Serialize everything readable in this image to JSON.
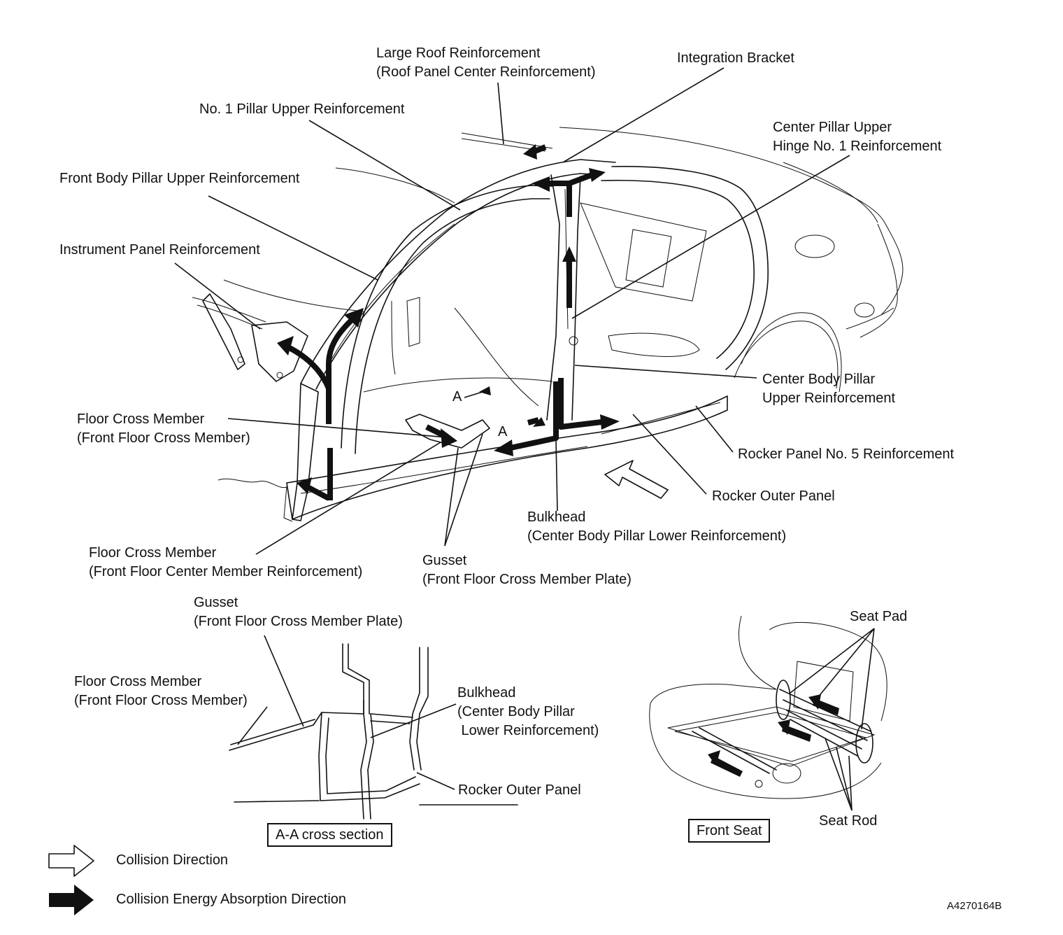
{
  "labels": {
    "large_roof": [
      "Large Roof Reinforcement",
      "(Roof Panel Center Reinforcement)"
    ],
    "integration_bracket": "Integration Bracket",
    "pillar1_upper": "No. 1 Pillar Upper Reinforcement",
    "center_pillar_hinge": [
      "Center Pillar Upper",
      "Hinge No. 1 Reinforcement"
    ],
    "front_body_pillar": "Front Body Pillar Upper Reinforcement",
    "instrument_panel": "Instrument Panel Reinforcement",
    "center_body_pillar_upper": [
      "Center Body Pillar",
      "Upper Reinforcement"
    ],
    "floor_cross_front": [
      "Floor Cross Member",
      "(Front Floor Cross Member)"
    ],
    "rocker_no5": "Rocker Panel No. 5 Reinforcement",
    "rocker_outer": "Rocker Outer Panel",
    "bulkhead": [
      "Bulkhead",
      "(Center Body Pillar Lower Reinforcement)"
    ],
    "floor_cross_center": [
      "Floor Cross Member",
      "(Front Floor Center Member Reinforcement)"
    ],
    "gusset": [
      "Gusset",
      "(Front Floor Cross Member Plate)"
    ],
    "section_letter": "A"
  },
  "cross_section": {
    "gusset": [
      "Gusset",
      "(Front Floor Cross Member Plate)"
    ],
    "floor_cross": [
      "Floor Cross Member",
      "(Front Floor Cross Member)"
    ],
    "bulkhead": [
      "Bulkhead",
      "(Center Body Pillar",
      " Lower Reinforcement)"
    ],
    "rocker_outer": "Rocker Outer Panel",
    "caption": "A-A cross section"
  },
  "seat": {
    "seat_pad": "Seat Pad",
    "seat_rod": "Seat Rod",
    "caption": "Front Seat"
  },
  "legend": {
    "collision_direction": "Collision Direction",
    "absorption_direction": "Collision Energy Absorption Direction"
  },
  "figure_code": "A4270164B",
  "colors": {
    "ink": "#111111",
    "background": "#ffffff"
  },
  "icons": {
    "open_arrow": "collision-direction-arrow-icon",
    "solid_arrow": "absorption-direction-arrow-icon"
  }
}
